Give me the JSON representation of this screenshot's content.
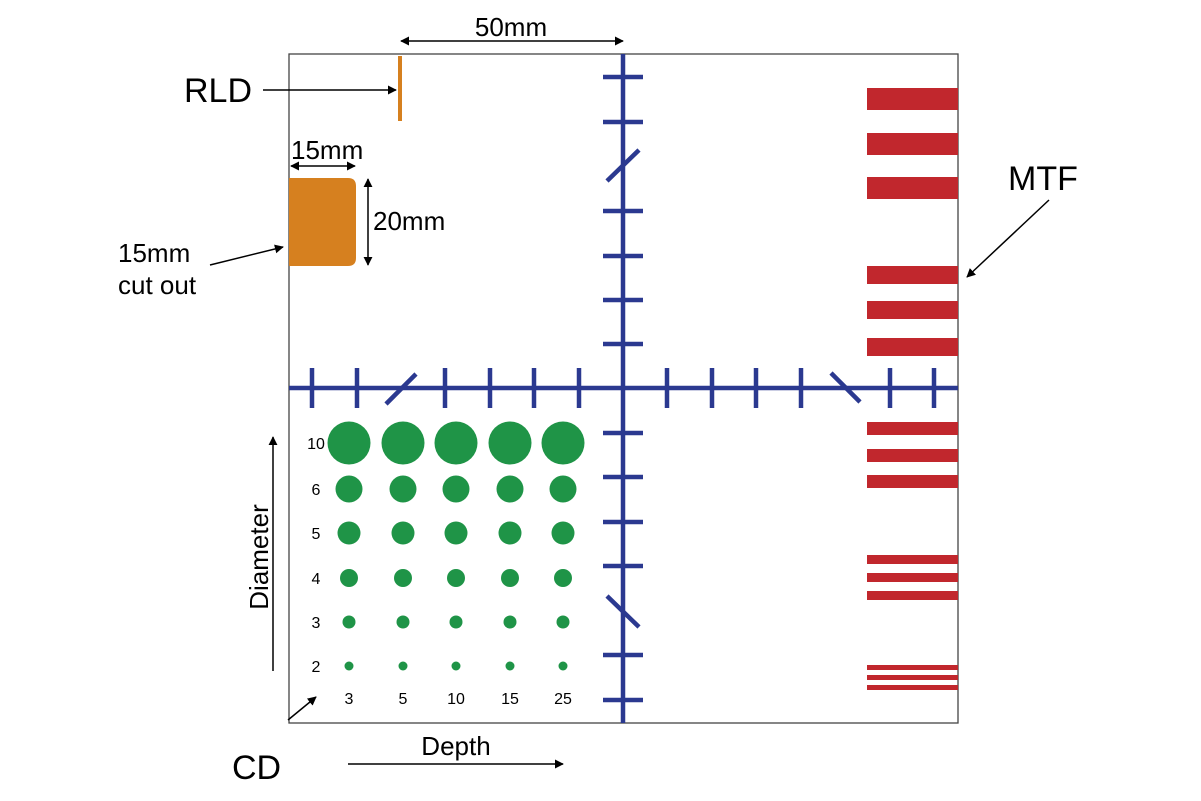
{
  "labels": {
    "width_dim": "50mm",
    "rld": "RLD",
    "cutout_width_dim": "15mm",
    "cutout_height_dim": "20mm",
    "cutout_line1": "15mm",
    "cutout_line2": "cut out",
    "mtf": "MTF",
    "diameter_axis": "Diameter",
    "depth_axis": "Depth",
    "cd": "CD"
  },
  "contrast_detail": {
    "diameters": [
      "10",
      "6",
      "5",
      "4",
      "3",
      "2"
    ],
    "depths": [
      "3",
      "5",
      "10",
      "15",
      "25"
    ]
  },
  "colors": {
    "frame": "#444444",
    "crosshair": "#2b3990",
    "mtf_bars": "#c1272d",
    "cd_discs": "#1f9447",
    "rld_and_cutout": "#d6801f",
    "text": "#000000"
  }
}
